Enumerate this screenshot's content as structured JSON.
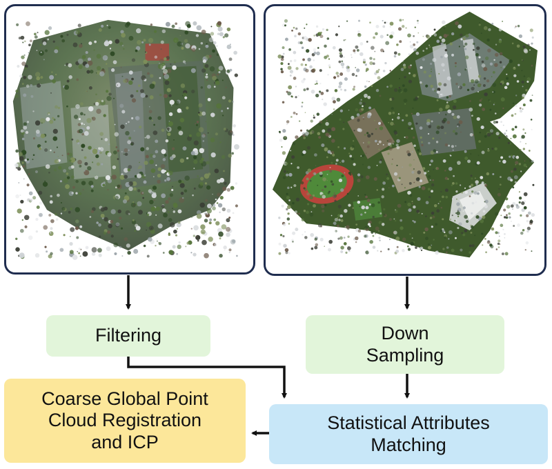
{
  "steps": {
    "filtering": "Filtering",
    "down_sampling": [
      "Down",
      "Sampling"
    ],
    "statistical_matching": [
      "Statistical Attributes",
      "Matching"
    ],
    "coarse_registration": [
      "Coarse Global Point",
      "Cloud Registration",
      "and ICP"
    ]
  },
  "colors": {
    "panel_border": "#1f2d4f",
    "filtering_fill": "#e2f5da",
    "down_sampling_fill": "#e2f5da",
    "matching_fill": "#c8e7f8",
    "registration_fill": "#fce79a",
    "arrow": "#111111"
  }
}
